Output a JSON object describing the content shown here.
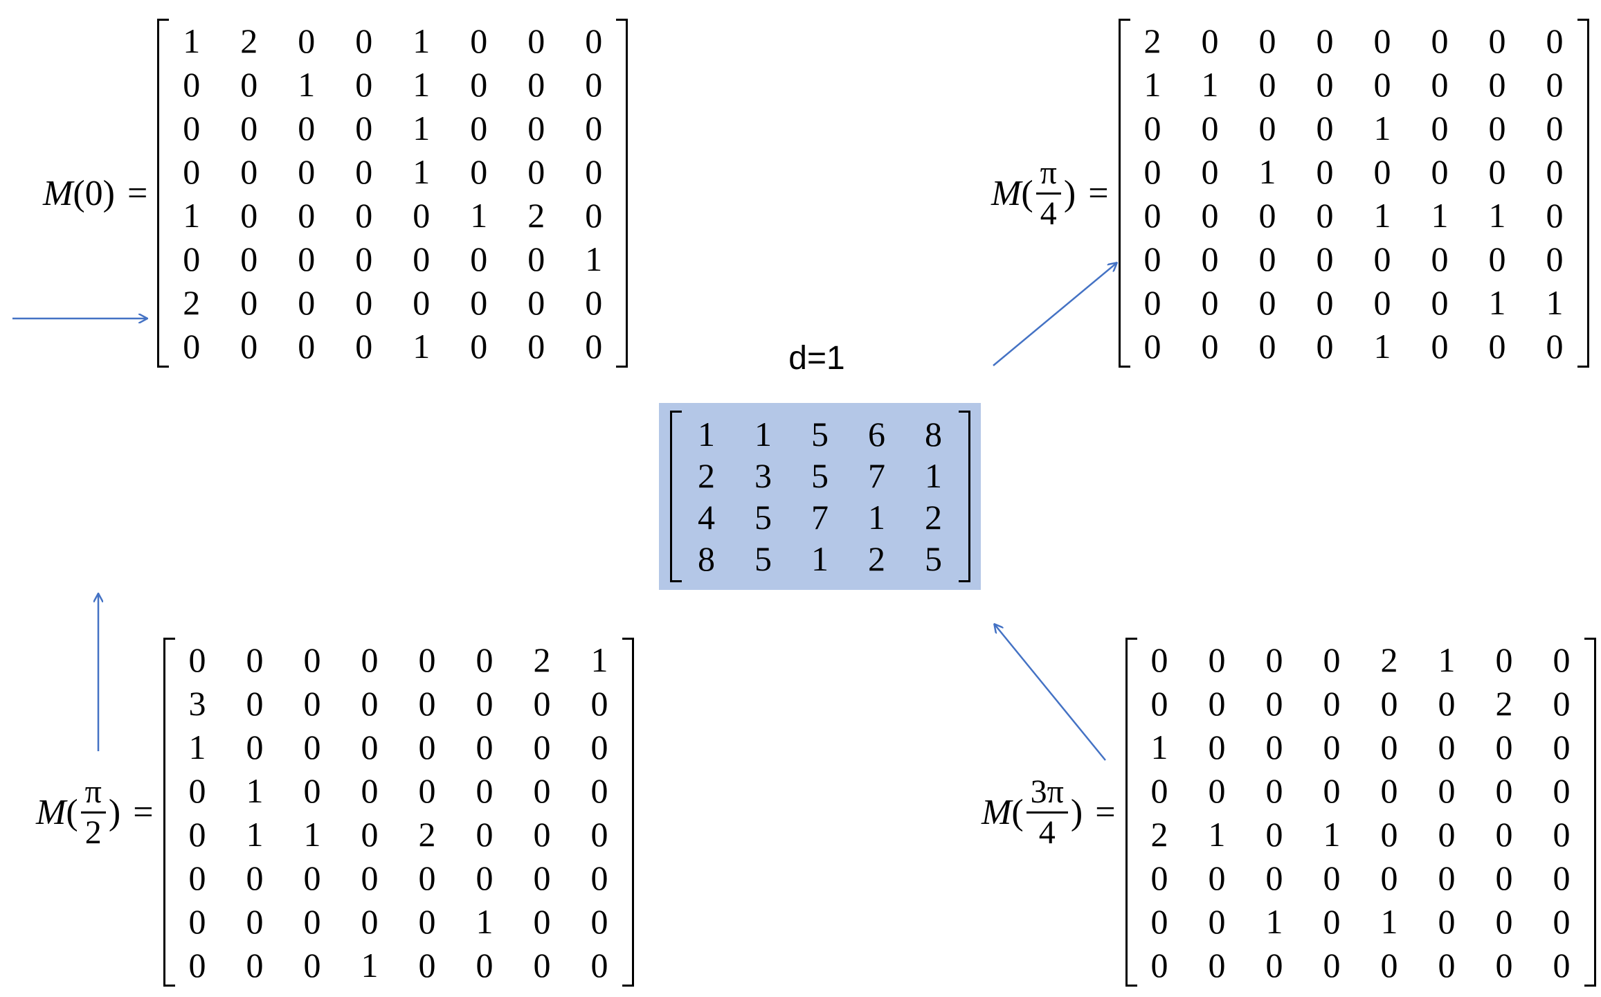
{
  "center": {
    "label": "d=1",
    "matrix": [
      [
        1,
        1,
        5,
        6,
        8
      ],
      [
        2,
        3,
        5,
        7,
        1
      ],
      [
        4,
        5,
        7,
        1,
        2
      ],
      [
        8,
        5,
        1,
        2,
        5
      ]
    ]
  },
  "m0": {
    "name": "M",
    "arg": "(0)",
    "eq": "=",
    "matrix": [
      [
        1,
        2,
        0,
        0,
        1,
        0,
        0,
        0
      ],
      [
        0,
        0,
        1,
        0,
        1,
        0,
        0,
        0
      ],
      [
        0,
        0,
        0,
        0,
        1,
        0,
        0,
        0
      ],
      [
        0,
        0,
        0,
        0,
        1,
        0,
        0,
        0
      ],
      [
        1,
        0,
        0,
        0,
        0,
        1,
        2,
        0
      ],
      [
        0,
        0,
        0,
        0,
        0,
        0,
        0,
        1
      ],
      [
        2,
        0,
        0,
        0,
        0,
        0,
        0,
        0
      ],
      [
        0,
        0,
        0,
        0,
        1,
        0,
        0,
        0
      ]
    ]
  },
  "m45": {
    "name": "M",
    "open": "(",
    "num": "π",
    "den": "4",
    "close": ")",
    "eq": "=",
    "matrix": [
      [
        2,
        0,
        0,
        0,
        0,
        0,
        0,
        0
      ],
      [
        1,
        1,
        0,
        0,
        0,
        0,
        0,
        0
      ],
      [
        0,
        0,
        0,
        0,
        1,
        0,
        0,
        0
      ],
      [
        0,
        0,
        1,
        0,
        0,
        0,
        0,
        0
      ],
      [
        0,
        0,
        0,
        0,
        1,
        1,
        1,
        0
      ],
      [
        0,
        0,
        0,
        0,
        0,
        0,
        0,
        0
      ],
      [
        0,
        0,
        0,
        0,
        0,
        0,
        1,
        1
      ],
      [
        0,
        0,
        0,
        0,
        1,
        0,
        0,
        0
      ]
    ]
  },
  "m90": {
    "name": "M",
    "open": "(",
    "num": "π",
    "den": "2",
    "close": ")",
    "eq": "=",
    "matrix": [
      [
        0,
        0,
        0,
        0,
        0,
        0,
        2,
        1
      ],
      [
        3,
        0,
        0,
        0,
        0,
        0,
        0,
        0
      ],
      [
        1,
        0,
        0,
        0,
        0,
        0,
        0,
        0
      ],
      [
        0,
        1,
        0,
        0,
        0,
        0,
        0,
        0
      ],
      [
        0,
        1,
        1,
        0,
        2,
        0,
        0,
        0
      ],
      [
        0,
        0,
        0,
        0,
        0,
        0,
        0,
        0
      ],
      [
        0,
        0,
        0,
        0,
        0,
        1,
        0,
        0
      ],
      [
        0,
        0,
        0,
        1,
        0,
        0,
        0,
        0
      ]
    ]
  },
  "m135": {
    "name": "M",
    "open": "(",
    "num": "3π",
    "den": "4",
    "close": ")",
    "eq": "=",
    "matrix": [
      [
        0,
        0,
        0,
        0,
        2,
        1,
        0,
        0
      ],
      [
        0,
        0,
        0,
        0,
        0,
        0,
        2,
        0
      ],
      [
        1,
        0,
        0,
        0,
        0,
        0,
        0,
        0
      ],
      [
        0,
        0,
        0,
        0,
        0,
        0,
        0,
        0
      ],
      [
        2,
        1,
        0,
        1,
        0,
        0,
        0,
        0
      ],
      [
        0,
        0,
        0,
        0,
        0,
        0,
        0,
        0
      ],
      [
        0,
        0,
        1,
        0,
        1,
        0,
        0,
        0
      ],
      [
        0,
        0,
        0,
        0,
        0,
        0,
        0,
        0
      ]
    ]
  },
  "arrow_color": "#4472c4"
}
